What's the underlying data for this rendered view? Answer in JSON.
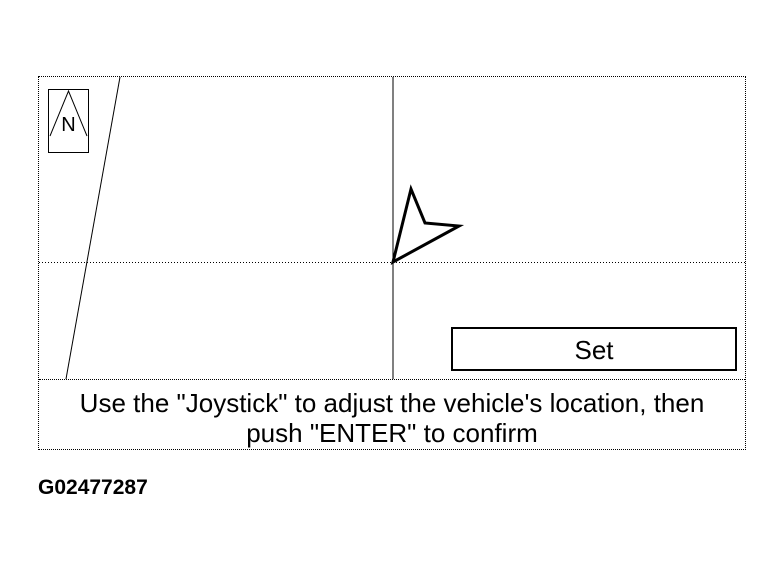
{
  "compass": {
    "label": "N",
    "icon": "north-compass-icon"
  },
  "map": {
    "vehicle_icon": "vehicle-position-arrow-icon"
  },
  "set_button": {
    "label": "Set"
  },
  "instruction": {
    "line1": "Use the \"Joystick\" to adjust the vehicle's location, then",
    "line2": "push \"ENTER\" to confirm"
  },
  "figure_id": "G02477287"
}
